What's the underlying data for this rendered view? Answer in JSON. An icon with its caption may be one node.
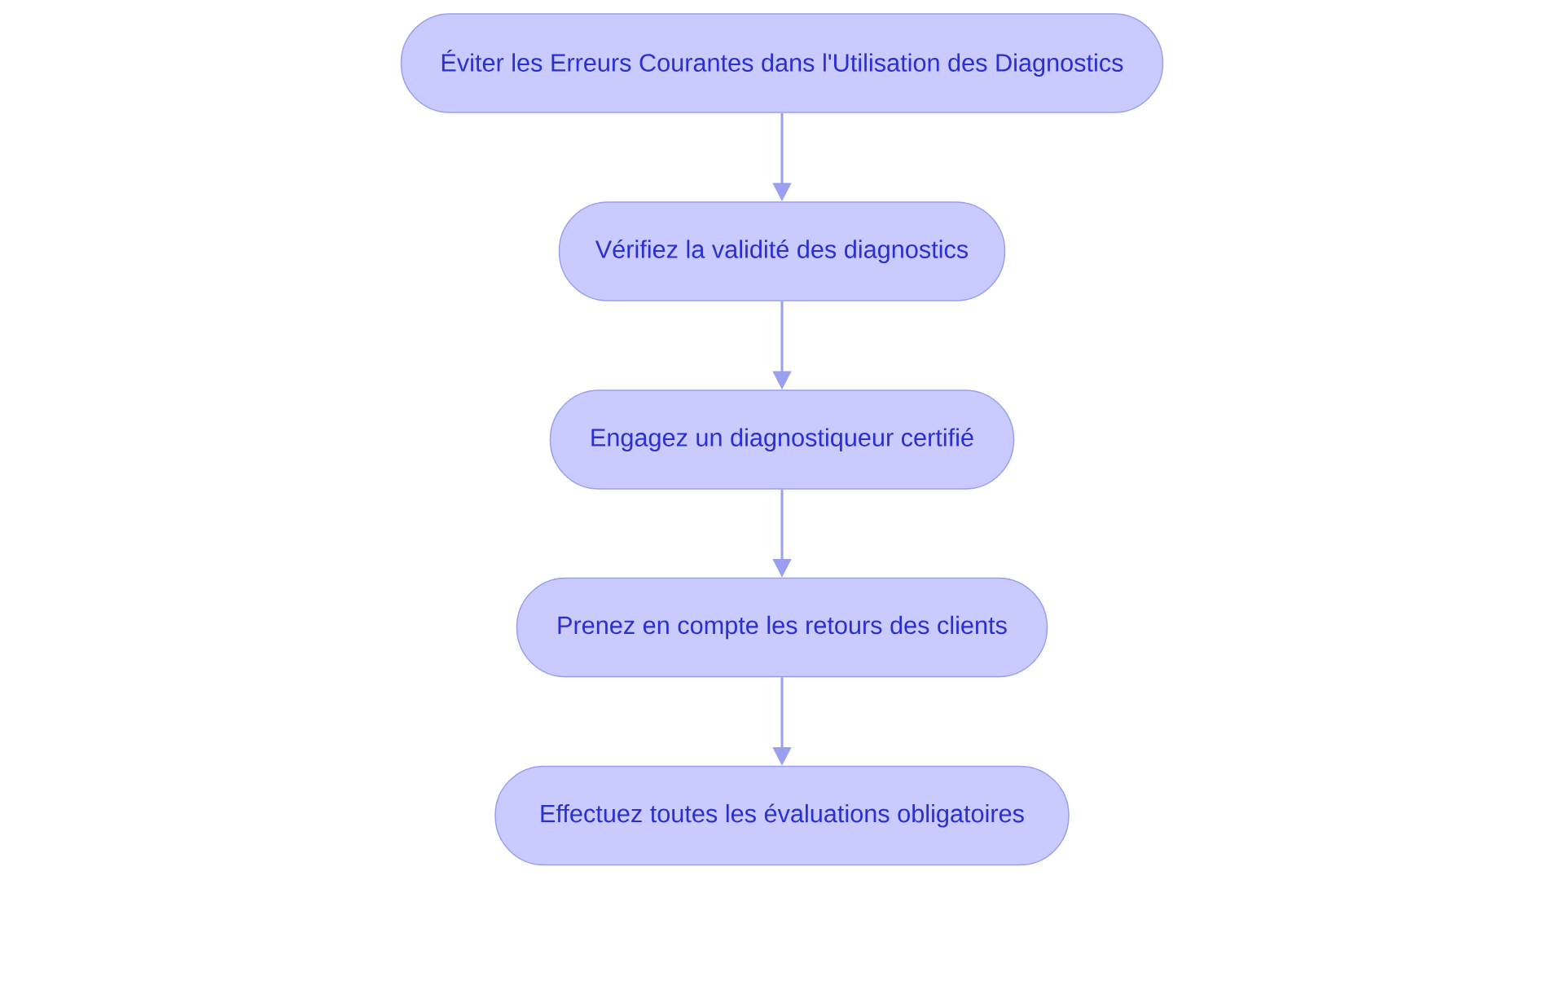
{
  "diagram": {
    "nodes": [
      {
        "text": [
          "Éviter les Erreurs Courantes dans l'Utilisation des Diagnostics"
        ]
      },
      {
        "text": [
          "Vérifiez la validité des diagnostics"
        ]
      },
      {
        "text": [
          "Engagez un diagnostiqueur certifié"
        ]
      },
      {
        "text": [
          "Prenez en compte les retours des clients"
        ]
      },
      {
        "text": [
          "Effectuez toutes les évaluations obligatoires"
        ]
      }
    ],
    "edges": [
      {
        "from": 0,
        "to": 1,
        "arrow": "to"
      },
      {
        "from": 1,
        "to": 2,
        "arrow": "to"
      },
      {
        "from": 2,
        "to": 3,
        "arrow": "to"
      },
      {
        "from": 3,
        "to": 4,
        "arrow": "to"
      }
    ]
  }
}
